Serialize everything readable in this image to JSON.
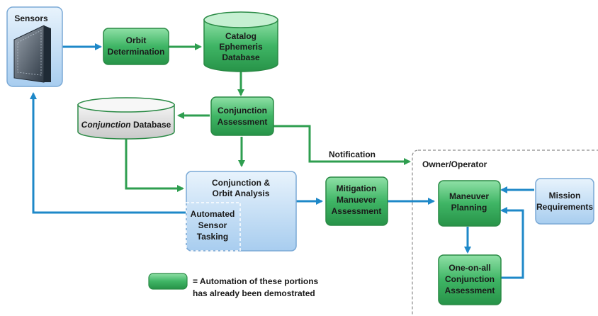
{
  "nodes": {
    "sensors": "Sensors",
    "orbit_determination": [
      "Orbit",
      "Determination"
    ],
    "catalog_db": [
      "Catalog",
      "Ephemeris",
      "Database"
    ],
    "conjunction_assessment": [
      "Conjunction",
      "Assessment"
    ],
    "conjunction_db": [
      "Conjunction",
      " Database"
    ],
    "conjunction_orbit_analysis": [
      "Conjunction &",
      "Orbit Analysis"
    ],
    "automated_sensor_tasking": [
      "Automated",
      "Sensor",
      "Tasking"
    ],
    "mitigation": [
      "Mitigation",
      "Manuever",
      "Assessment"
    ],
    "maneuver_planning": [
      "Maneuver",
      "Planning"
    ],
    "mission_requirements": [
      "Mission",
      "Requirements"
    ],
    "one_on_all": [
      "One-on-all",
      "Conjunction",
      "Assessment"
    ]
  },
  "edge_labels": {
    "notification": "Notification"
  },
  "owner_operator": "Owner/Operator",
  "legend": [
    "= Automation of these portions",
    "has already been demostrated"
  ],
  "colors": {
    "green": "#3aa85c",
    "blue": "#1e88c8",
    "light_blue": "#b9d7f0"
  }
}
